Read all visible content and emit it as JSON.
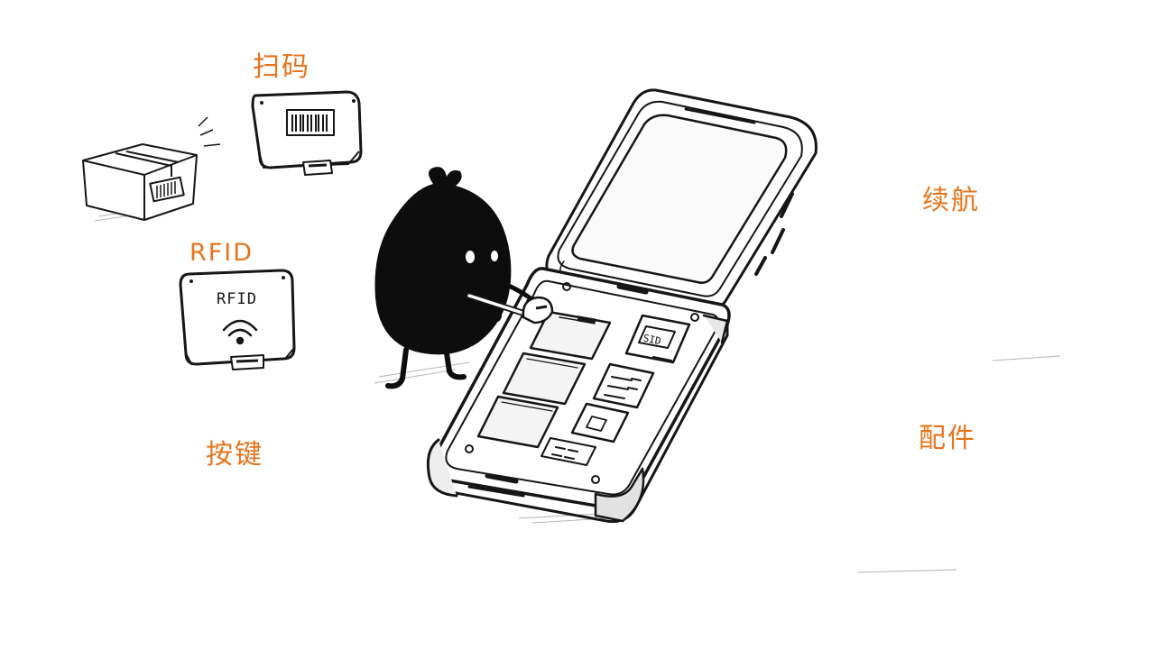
{
  "colors": {
    "ink": "#161616",
    "accent": "#e8741c",
    "paper": "#ffffff"
  },
  "labels": {
    "scan": "扫码",
    "rfid": "RFID",
    "keys": "按键",
    "battery": "续航",
    "accessories": "配件"
  },
  "module_text": {
    "rfid_chip": "RFID",
    "board_chip": "SID"
  },
  "icons": [
    "barcode-icon",
    "wifi-icon",
    "lightning-icon",
    "battery-icon",
    "cradle-icon",
    "cable-icon",
    "wrench-icon"
  ]
}
